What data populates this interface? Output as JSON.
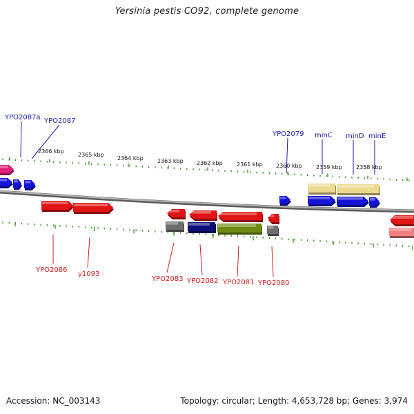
{
  "title": "Yersinia pestis CO92, complete genome",
  "footer": {
    "accession": "Accession: NC_003143",
    "summary": "Topology: circular; Length: 4,653,728 bp; Genes: 3,974"
  },
  "colors": {
    "background": "#ffffff",
    "backbone": "#8f8f8f",
    "ticks": "#2f8a1a",
    "forward_label": "#1a1aa8",
    "reverse_label": "#cc1a1a",
    "ruler_label": "#111111"
  },
  "ruler": {
    "unit": "kbp",
    "labels": [
      "2366 kbp",
      "2365 kbp",
      "2364 kbp",
      "2363 kbp",
      "2362 kbp",
      "2361 kbp",
      "2360 kbp",
      "2359 kbp",
      "2358 kbp"
    ]
  },
  "forward_labels": [
    "YPO2087a",
    "YPO2087",
    "YPO2079",
    "minC",
    "minD",
    "minE"
  ],
  "reverse_labels": [
    "YPO2086",
    "y1093",
    "YPO2083",
    "YPO2082",
    "YPO2081",
    "YPO2080"
  ],
  "feature_colors": {
    "pink": "#e0207a",
    "blue": "#1414d8",
    "khaki": "#ebd98f",
    "red": "#e01414",
    "gray": "#6e6e6e",
    "navy": "#0f0f78",
    "olive": "#6e8c14",
    "salmon": "#f08080"
  }
}
